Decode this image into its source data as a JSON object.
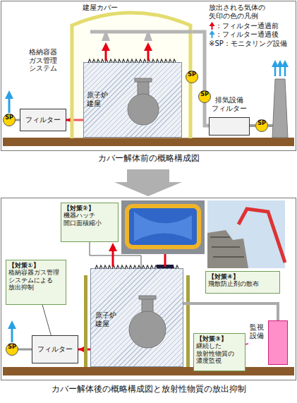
{
  "diagram": {
    "caption": "カバー解体後の概略構成図と放射性物質の放出抑制",
    "nodes": [
      {
        "text": [
          "建屋カバー"
        ]
      },
      {
        "text": [
          "原子炉 建屋"
        ],
        "in": 0
      },
      {
        "text": [
          "格納容器 ガス管理 システム",
          "フィルター"
        ]
      },
      {
        "text": [
          "排気設備 フィルター"
        ]
      },
      {
        "text": [
          "SP"
        ]
      },
      {
        "text": [
          "SP"
        ]
      },
      {
        "text": [
          "SP"
        ]
      },
      {
        "text": [
          "SP"
        ]
      },
      {
        "text": [
          "【対策②】",
          "機器ハッチ 開口面積縮小"
        ]
      },
      {
        "text": [
          "【対策④】",
          "飛散防止剤の散布"
        ]
      },
      {
        "text": [
          "【対策①】",
          "格納容器ガス管理 システムによる 放出抑制"
        ]
      },
      {
        "text": [
          "原子炉 建屋"
        ]
      },
      {
        "text": [
          "監視 設備"
        ]
      },
      {
        "text": [
          "フィルター"
        ]
      },
      {
        "text": [
          "SP"
        ]
      },
      {
        "text": [
          "【対策③】",
          "継続した 放射性物質の 濃度監視"
        ]
      }
    ],
    "edges": [
      {
        "from": 1,
        "to": 2,
        "arrow": "to"
      },
      {
        "from": 0,
        "to": 3,
        "arrow": "none"
      },
      {
        "from": 11,
        "to": 13,
        "arrow": "to"
      },
      {
        "from": 10,
        "to": 13,
        "arrow": "none"
      },
      {
        "from": 8,
        "to": 11,
        "arrow": "none"
      },
      {
        "from": 15,
        "to": 12,
        "arrow": "none"
      }
    ],
    "labels": [
      "放出される気体の 矢印の色の凡例",
      "※SP：モニタリング設備",
      "カバー解体前の概略構成図"
    ],
    "legend": [
      {
        "text": "：フィルター通過前",
        "color": "#e60012"
      },
      {
        "text": "：フィルター通過後",
        "color": "#29a0e6"
      }
    ]
  }
}
